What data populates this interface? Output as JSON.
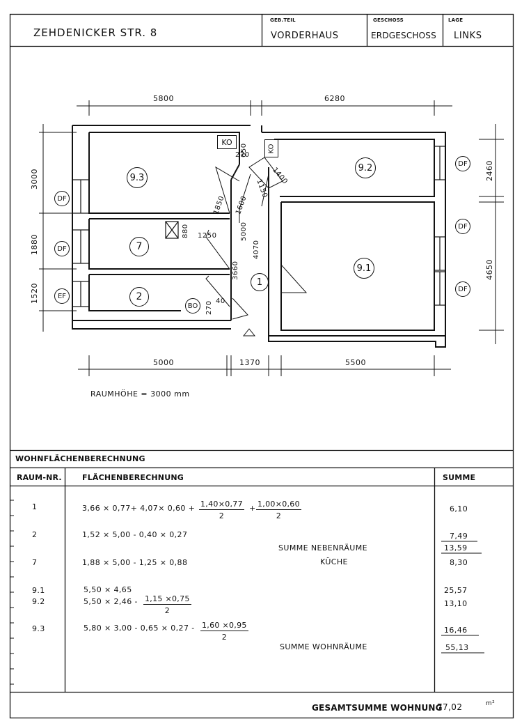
{
  "header": {
    "address": "ZEHDENICKER STR. 8",
    "gebaeudeteil_label": "GEB.TEIL",
    "gebaeudeteil_value": "VORDERHAUS",
    "geschoss_label": "GESCHOSS",
    "geschoss_value": "ERDGESCHOSS",
    "lage_label": "LAGE",
    "lage_value": "LINKS"
  },
  "plan": {
    "top_dims": [
      "5800",
      "6280"
    ],
    "bottom_dims": [
      "5000",
      "1370",
      "5500"
    ],
    "left_dims": [
      "3000",
      "1880",
      "1520"
    ],
    "right_dims": [
      "2460",
      "4650"
    ],
    "inner_dims": [
      "650",
      "270",
      "1400",
      "1150",
      "1850",
      "1600",
      "5000",
      "4070",
      "3660",
      "880",
      "1250",
      "270",
      "40"
    ],
    "rooms": [
      "9.3",
      "9.2",
      "7",
      "1",
      "9.1",
      "2"
    ],
    "symbols": {
      "ko": "KO",
      "df": "DF",
      "ef": "EF",
      "bo": "BO"
    },
    "raumhoehe": "RAUMHÖHE = 3000 mm"
  },
  "table": {
    "title": "WOHNFLÄCHENBERECHNUNG",
    "col_raum": "RAUM-NR.",
    "col_calc": "FLÄCHENBERECHNUNG",
    "col_sum": "SUMME",
    "rows": [
      {
        "nr": "1",
        "calc": "3,66 × 0,77+ 4,07× 0,60 +",
        "frac1_num": "1,40×0,77",
        "frac1_den": "2",
        "plus": "+",
        "frac2_num": "1,00×0,60",
        "frac2_den": "2",
        "sum": "6,10"
      },
      {
        "nr": "2",
        "calc": "1,52 × 5,00 - 0,40 × 0,27",
        "sum": "7,49"
      },
      {
        "nr": "7",
        "calc": "1,88 × 5,00 - 1,25 × 0,88",
        "sum": "8,30"
      },
      {
        "nr": "9.1",
        "calc": "5,50 × 4,65",
        "sum": "25,57"
      },
      {
        "nr": "9.2",
        "calc": "5,50 × 2,46 -",
        "frac1_num": "1,15 ×0,75",
        "frac1_den": "2",
        "sum": "13,10"
      },
      {
        "nr": "9.3",
        "calc": "5,80 × 3,00 - 0,65 × 0,27 -",
        "frac1_num": "1,60 ×0,95",
        "frac1_den": "2",
        "sum": "16,46"
      }
    ],
    "summe_nebenraeume_label": "SUMME NEBENRÄUME",
    "summe_nebenraeume": "13,59",
    "kueche_label": "KÜCHE",
    "summe_wohnraeume_label": "SUMME WOHNRÄUME",
    "summe_wohnraeume": "55,13",
    "gesamt_label": "GESAMTSUMME WOHNUNG",
    "gesamt_value": "77,02",
    "gesamt_unit": "m²"
  }
}
